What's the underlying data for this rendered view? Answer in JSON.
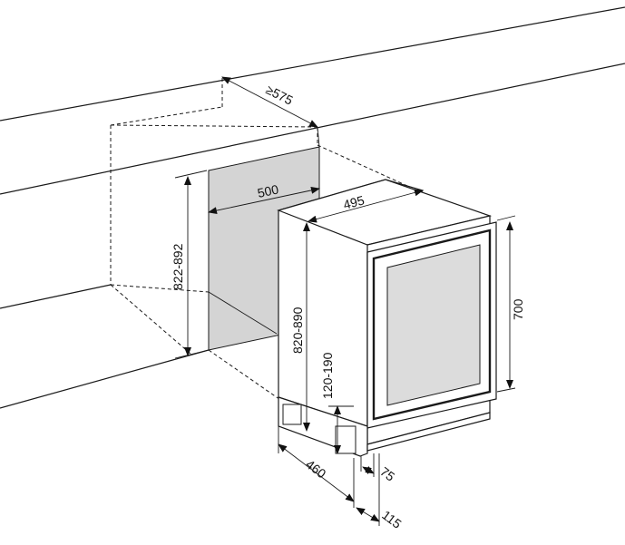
{
  "dimensions": {
    "niche_depth": "≥575",
    "niche_width": "500",
    "niche_height": "822-892",
    "cabinet_width": "495",
    "cabinet_height": "820-890",
    "door_height": "700",
    "plinth_height": "120-190",
    "depth_460": "460",
    "depth_75": "75",
    "depth_115": "115"
  },
  "colors": {
    "line": "#1a1a1a",
    "niche_back": "#d4d4d4",
    "glass": "#dcdcdc"
  }
}
